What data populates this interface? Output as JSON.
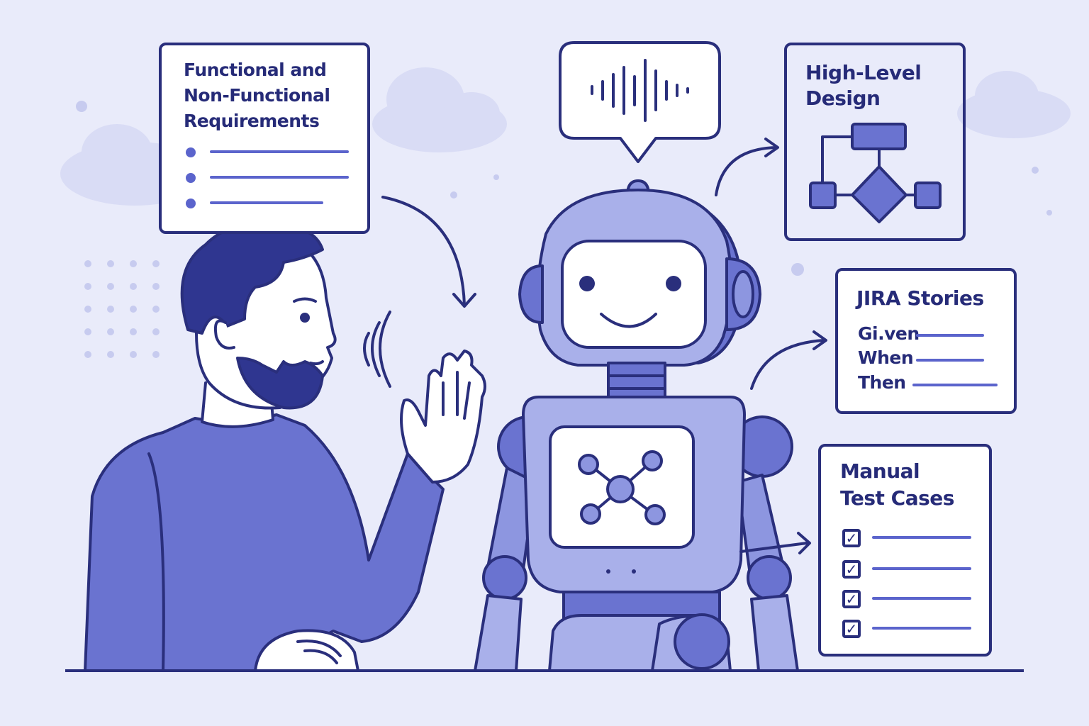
{
  "cards": {
    "requirements": {
      "title_lines": [
        "Functional and",
        "Non-Functional",
        "Requirements"
      ]
    },
    "design": {
      "title_lines": [
        "High-Level",
        "Design"
      ]
    },
    "jira": {
      "title": "JIRA Stories",
      "rows": [
        "Gi.ven",
        "When",
        "Then"
      ]
    },
    "tests": {
      "title_lines": [
        "Manual",
        "Test Cases"
      ],
      "checkmark": "✓"
    }
  },
  "icons": {
    "speech_bubble": "soundwave-icon",
    "robot_chest": "network-nodes-icon",
    "design": "flowchart-icon",
    "voice": "sound-waves-icon"
  },
  "colors": {
    "background": "#e9ebfa",
    "outline": "#2a2f7c",
    "primary": "#5b64cc",
    "robot_light": "#a9b0ea",
    "robot_mid": "#8d96e0",
    "accent_text": "#262b78"
  }
}
